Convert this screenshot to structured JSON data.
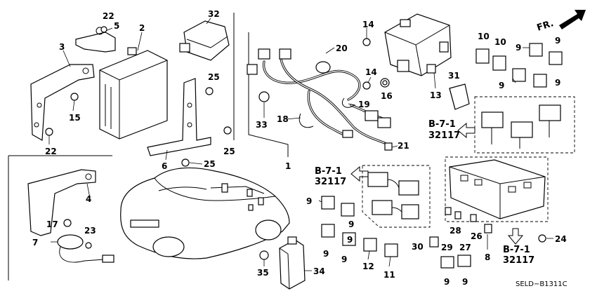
{
  "diagram_code": "SELD−B1311C",
  "front_indicator": {
    "label": "FR.",
    "icon": "arrow-up-right-icon"
  },
  "reference_blocks": [
    {
      "id": "upper-right",
      "page": "B-7-1",
      "part": "32117"
    },
    {
      "id": "middle",
      "page": "B-7-1",
      "part": "32117"
    },
    {
      "id": "lower-right",
      "page": "B-7-1",
      "part": "32117"
    }
  ],
  "callouts": [
    "22",
    "5",
    "2",
    "32",
    "3",
    "15",
    "22",
    "25",
    "6",
    "25",
    "25",
    "1",
    "14",
    "20",
    "33",
    "18",
    "19",
    "14",
    "16",
    "21",
    "13",
    "31",
    "10",
    "10",
    "9",
    "9",
    "9",
    "9",
    "4",
    "7",
    "17",
    "23",
    "9",
    "9",
    "9",
    "9",
    "9",
    "12",
    "11",
    "28",
    "26",
    "29",
    "27",
    "30",
    "8",
    "24",
    "9",
    "9",
    "35",
    "34"
  ]
}
